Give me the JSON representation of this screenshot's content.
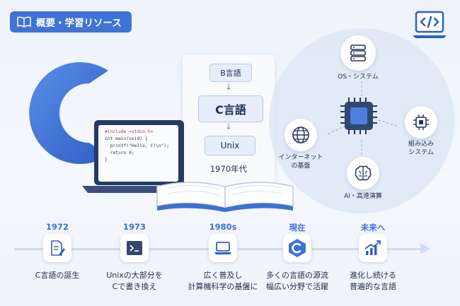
{
  "header": {
    "title": "概要・学習リソース",
    "icon": "open-book-icon"
  },
  "top_right_icon": "code-laptop-icon",
  "logo": {
    "letter_icon": "c-logo"
  },
  "flow": {
    "steps": [
      "B言語",
      "C言語",
      "Unix"
    ],
    "era": "1970年代"
  },
  "laptop_code": {
    "line1": "#include <stdio.h>",
    "line2": "int main(void) {",
    "line3": "  printf(\"Hello, C!\\n\");",
    "line4": "  return 0;",
    "line5": "}"
  },
  "applications": {
    "os": "OS・システム",
    "embedded_line1": "組み込み",
    "embedded_line2": "システム",
    "ai": "AI・高速演算",
    "internet_line1": "インターネット",
    "internet_line2": "の基盤",
    "center_icon": "cpu-chip-icon"
  },
  "timeline": [
    {
      "year": "1972",
      "icon": "document-pen-icon",
      "line1": "C言語の誕生",
      "line2": ""
    },
    {
      "year": "1973",
      "icon": "terminal-icon",
      "line1": "Unixの大部分を",
      "line2": "Cで書き換え"
    },
    {
      "year": "1980s",
      "icon": "laptop-icon",
      "line1": "広く普及し",
      "line2": "計算機科学の基盤に"
    },
    {
      "year": "現在",
      "icon": "c-logo-icon",
      "line1": "多くの言語の源流",
      "line2": "幅広い分野で活躍"
    },
    {
      "year": "未来へ",
      "icon": "growth-chart-icon",
      "line1": "進化し続ける",
      "line2": "普遍的な言語"
    }
  ],
  "colors": {
    "accent": "#3f73d6",
    "dark": "#1f2d4a",
    "light_bg": "#eef3fb"
  }
}
